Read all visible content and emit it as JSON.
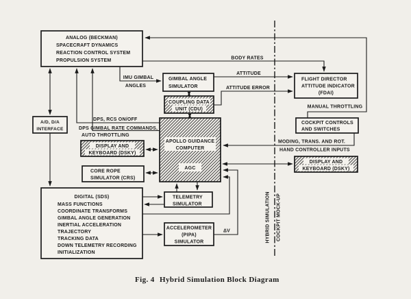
{
  "figure": {
    "caption_prefix": "Fig. 4",
    "caption_title": "Hybrid Simulation Block Diagram"
  },
  "boxes": {
    "analog": {
      "lines": [
        "ANALOG (BECKMAN)",
        "SPACECRAFT DYNAMICS",
        "REACTION CONTROL SYSTEM",
        "PROPULSION SYSTEM"
      ]
    },
    "ad_da_interface": {
      "lines": [
        "A/D, D/A",
        "INTERFACE"
      ]
    },
    "digital_sds": {
      "lines": [
        "DIGITAL (SDS)",
        "MASS FUNCTIONS",
        "COORDINATE TRANSFORMS",
        "GIMBAL ANGLE GENERATION",
        "INERTIAL ACCELERATION",
        "TRAJECTORY",
        "TRACKING DATA",
        "DOWN TELEMETRY RECORDING",
        "INITIALIZATION"
      ]
    },
    "gimbal_angle_simulator": {
      "lines": [
        "GIMBAL ANGLE",
        "SIMULATOR"
      ]
    },
    "cdu": {
      "lines": [
        "COUPLING DATA",
        "UNIT (CDU)"
      ]
    },
    "agc": {
      "lines": [
        "APOLLO GUIDANCE",
        "COMPUTER",
        "AGC"
      ]
    },
    "dsky_left": {
      "lines": [
        "DISPLAY AND",
        "KEYBOARD (DSKY)"
      ]
    },
    "crs": {
      "lines": [
        "CORE ROPE",
        "SIMULATOR (CRS)"
      ]
    },
    "telemetry": {
      "lines": [
        "TELEMETRY",
        "SIMULATOR"
      ]
    },
    "pipa": {
      "lines": [
        "ACCELEROMETER",
        "(PIPA)",
        "SIMULATOR"
      ]
    },
    "fdai": {
      "lines": [
        "FLIGHT DIRECTOR",
        "ATTITUDE INDICATOR",
        "(FDAI)"
      ]
    },
    "cockpit_controls": {
      "lines": [
        "COCKPIT CONTROLS",
        "AND SWITCHES"
      ]
    },
    "dsky_right": {
      "lines": [
        "DISPLAY AND",
        "KEYBOARD (DSKY)"
      ]
    }
  },
  "labels": {
    "body_rates": "BODY RATES",
    "imu_gimbal_line1": "IMU GIMBAL",
    "imu_gimbal_line2": "ANGLES",
    "attitude": "ATTITUDE",
    "attitude_error": "ATTITUDE ERROR",
    "manual_throttling": "MANUAL THROTTLING",
    "dps_rcs": "DPS, RCS ON/OFF",
    "dps_gimbal_line1": "DPS GIMBAL RATE COMMANDS,",
    "dps_gimbal_line2": "AUTO THROTTLING",
    "moding_line1": "MODING, TRANS. AND ROT.",
    "moding_line2": "HAND CONTROLLER INPUTS",
    "delta_v": "ΔV",
    "divider_left": "HYBRID SIMULATION",
    "divider_right": "COCKPIT MOCK-UP"
  },
  "colors": {
    "ink": "#1b1b1b",
    "paper": "#f1efea"
  }
}
